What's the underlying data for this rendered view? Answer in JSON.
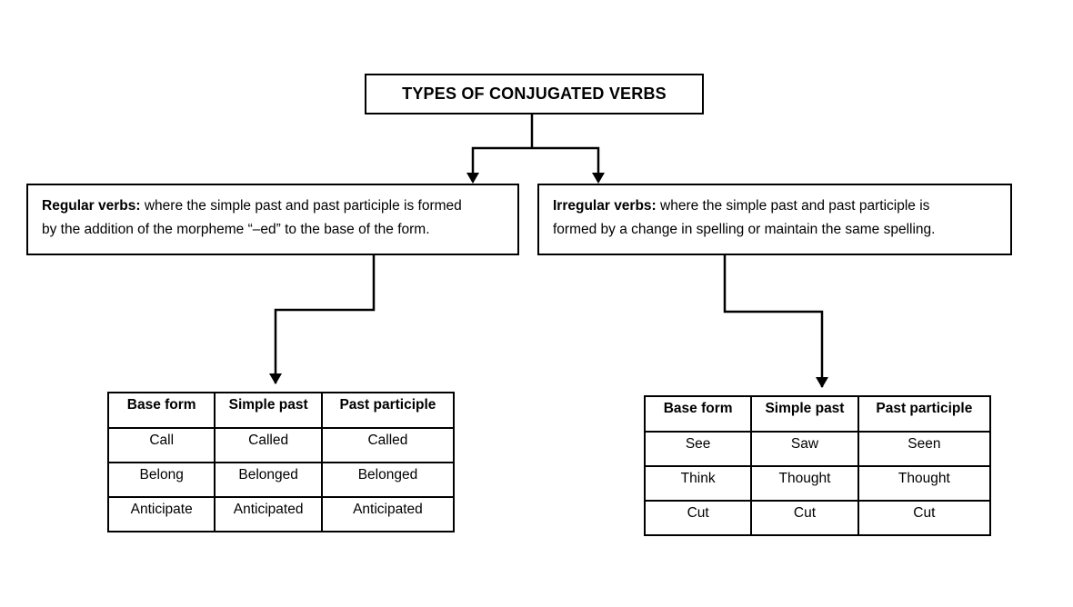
{
  "diagram": {
    "title": "TYPES OF CONJUGATED VERBS",
    "regular": {
      "heading": "Regular verbs:",
      "line1": " where the simple past and past participle is formed",
      "line2": "by the addition of the morpheme  “–ed” to the base of the form.",
      "table": {
        "headers": [
          "Base form",
          "Simple past",
          "Past participle"
        ],
        "rows": [
          [
            "Call",
            "Called",
            "Called"
          ],
          [
            "Belong",
            "Belonged",
            "Belonged"
          ],
          [
            "Anticipate",
            "Anticipated",
            "Anticipated"
          ]
        ]
      }
    },
    "irregular": {
      "heading": "Irregular verbs:",
      "line1": " where the simple past and past participle is",
      "line2": "formed by a change in spelling or maintain the same spelling.",
      "table": {
        "headers": [
          "Base form",
          "Simple past",
          "Past participle"
        ],
        "rows": [
          [
            "See",
            "Saw",
            "Seen"
          ],
          [
            "Think",
            "Thought",
            "Thought"
          ],
          [
            "Cut",
            "Cut",
            "Cut"
          ]
        ]
      }
    }
  }
}
